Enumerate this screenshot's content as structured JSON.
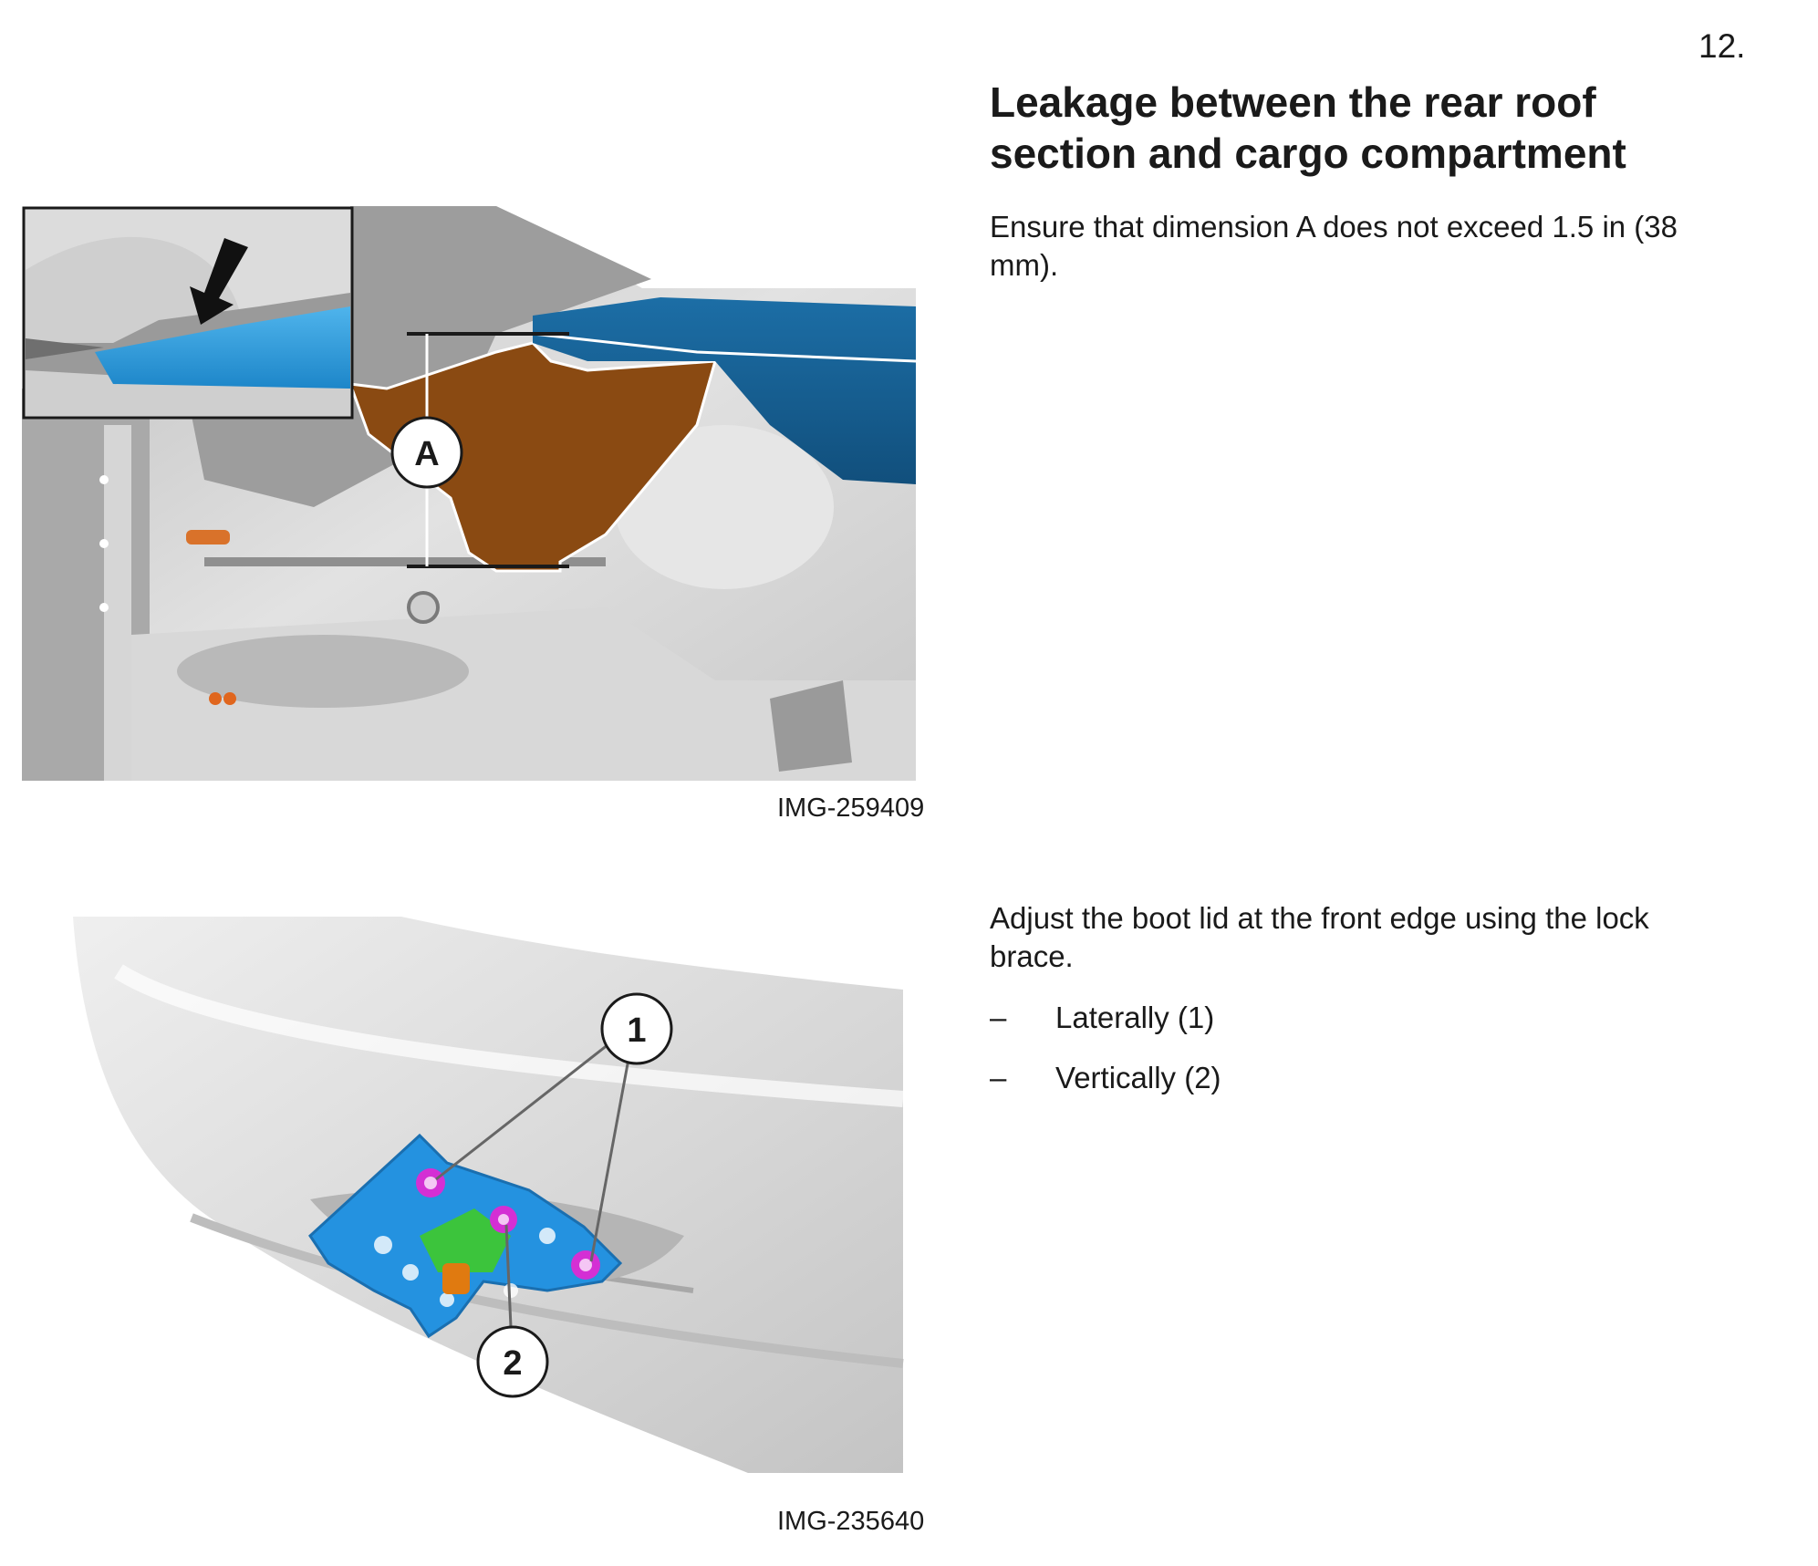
{
  "page": {
    "number": "12."
  },
  "section": {
    "title": "Leakage between the rear roof section and cargo compartment",
    "step1_text": "Ensure that dimension A does not exceed 1.5 in (38 mm).",
    "step2_text": "Adjust the boot lid at the front edge using the lock brace.",
    "sub_steps": [
      {
        "bullet": "–",
        "text": "Laterally (1)"
      },
      {
        "bullet": "–",
        "text": "Vertically (2)"
      }
    ]
  },
  "figures": [
    {
      "caption": "IMG-259409",
      "callouts": [
        "A"
      ]
    },
    {
      "caption": "IMG-235640",
      "callouts": [
        "1",
        "2"
      ]
    }
  ],
  "colors": {
    "seal_blue": "#1f73ad",
    "seal_blue_light": "#2f9bd8",
    "brace_brown": "#8a4a12",
    "body_grey": "#cfcfcf",
    "bracket_blue": "#2492e0",
    "bolt_magenta": "#d42fd4",
    "part_green": "#3cc43c",
    "part_orange": "#e07a10"
  }
}
